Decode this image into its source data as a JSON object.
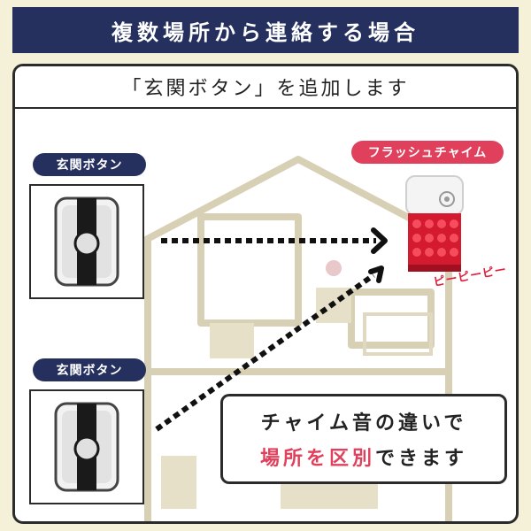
{
  "banner": {
    "title": "複数場所から連絡する場合"
  },
  "card": {
    "header": "「玄関ボタン」を追加します"
  },
  "buttons": [
    {
      "label": "玄関ボタン"
    },
    {
      "label": "玄関ボタン"
    }
  ],
  "chime": {
    "label": "フラッシュチャイム",
    "sound": "ピーピーピー"
  },
  "message": {
    "line1": "チャイム音の違いで",
    "line2_highlight": "場所を区別",
    "line2_rest": "できます"
  },
  "colors": {
    "navy": "#25305e",
    "pink": "#e0405c",
    "red": "#e0203c",
    "background": "#f5f1d9"
  }
}
